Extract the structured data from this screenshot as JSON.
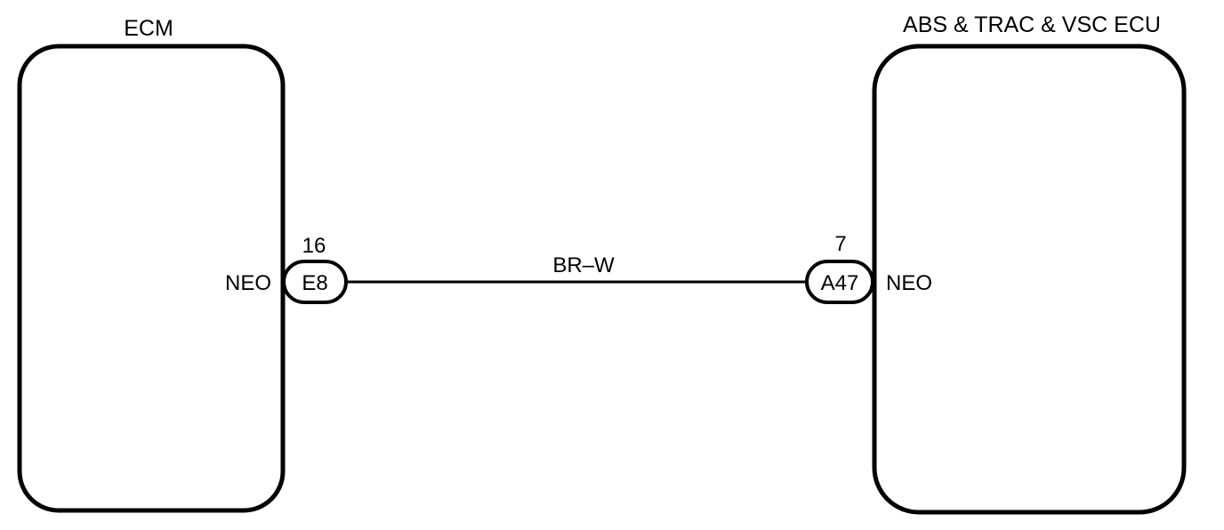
{
  "left_unit": {
    "title": "ECM",
    "terminal_label": "NEO",
    "pin_number": "16",
    "connector_code": "E8"
  },
  "right_unit": {
    "title": "ABS & TRAC & VSC ECU",
    "terminal_label": "NEO",
    "pin_number": "7",
    "connector_code": "A47"
  },
  "wire": {
    "color_code": "BR–W"
  },
  "colors": {
    "line": "#000000",
    "background": "#ffffff"
  }
}
